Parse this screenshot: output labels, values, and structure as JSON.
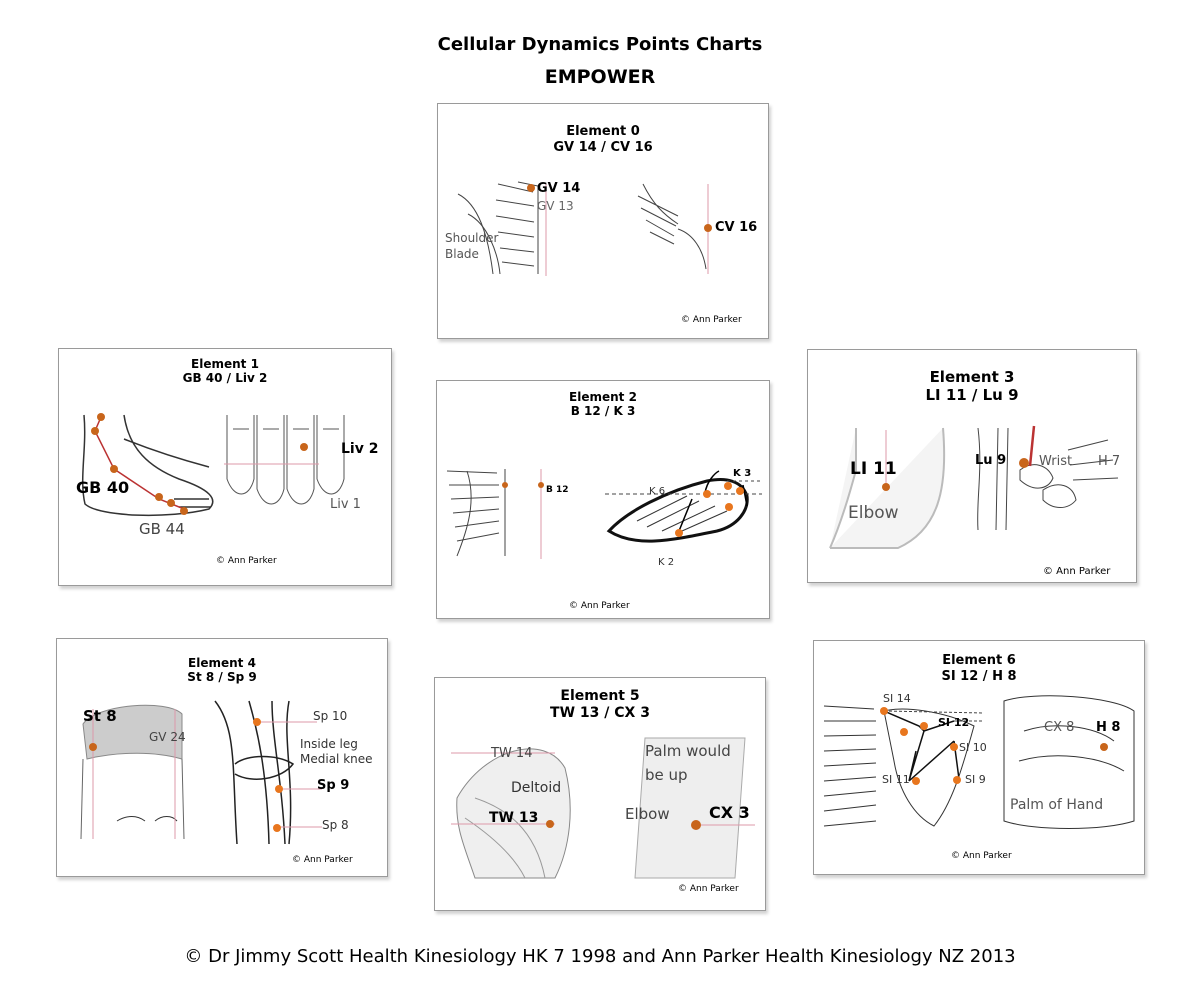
{
  "header": {
    "title": "Cellular Dynamics Points Charts",
    "subtitle": "EMPOWER"
  },
  "credit": "© Ann Parker",
  "accent_color": "#c8651b",
  "cards": [
    {
      "heading": "Element 0",
      "points": "GV 14 / CV 16",
      "labels": [
        "GV 14",
        "GV 13",
        "Shoulder",
        "Blade",
        "CV 16"
      ]
    },
    {
      "heading": "Element 1",
      "points": "GB 40 / Liv 2",
      "labels": [
        "GB 40",
        "GB 44",
        "Liv 2",
        "Liv 1"
      ]
    },
    {
      "heading": "Element 2",
      "points": "B 12 / K 3",
      "labels": [
        "B 12",
        "K 6",
        "K 3",
        "K 2"
      ]
    },
    {
      "heading": "Element 3",
      "points": "LI 11 / Lu 9",
      "labels": [
        "LI 11",
        "Elbow",
        "Lu 9",
        "Wrist",
        "H 7"
      ]
    },
    {
      "heading": "Element 4",
      "points": "St 8 / Sp 9",
      "labels": [
        "St 8",
        "GV 24",
        "Sp 10",
        "Inside leg",
        "Medial knee",
        "Sp 9",
        "Sp 8"
      ]
    },
    {
      "heading": "Element 5",
      "points": "TW 13 / CX 3",
      "labels": [
        "TW 14",
        "Deltoid",
        "TW 13",
        "Palm would",
        "be up",
        "Elbow",
        "CX 3"
      ]
    },
    {
      "heading": "Element 6",
      "points": "SI 12 / H 8",
      "labels": [
        "SI 14",
        "SI 12",
        "SI 10",
        "SI 11",
        "SI 9",
        "CX 8",
        "H 8",
        "Palm of Hand"
      ]
    }
  ],
  "footer": "©  Dr Jimmy Scott Health Kinesiology HK 7 1998 and Ann Parker Health Kinesiology NZ 2013"
}
